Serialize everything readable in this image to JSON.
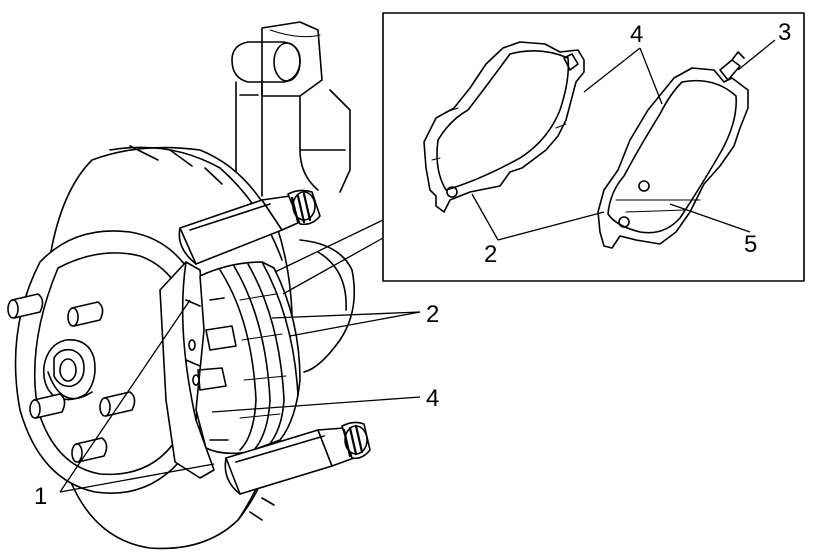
{
  "callouts": {
    "main_1": "1",
    "main_2": "2",
    "main_4": "4",
    "inset_2": "2",
    "inset_3": "3",
    "inset_4": "4",
    "inset_5": "5"
  }
}
